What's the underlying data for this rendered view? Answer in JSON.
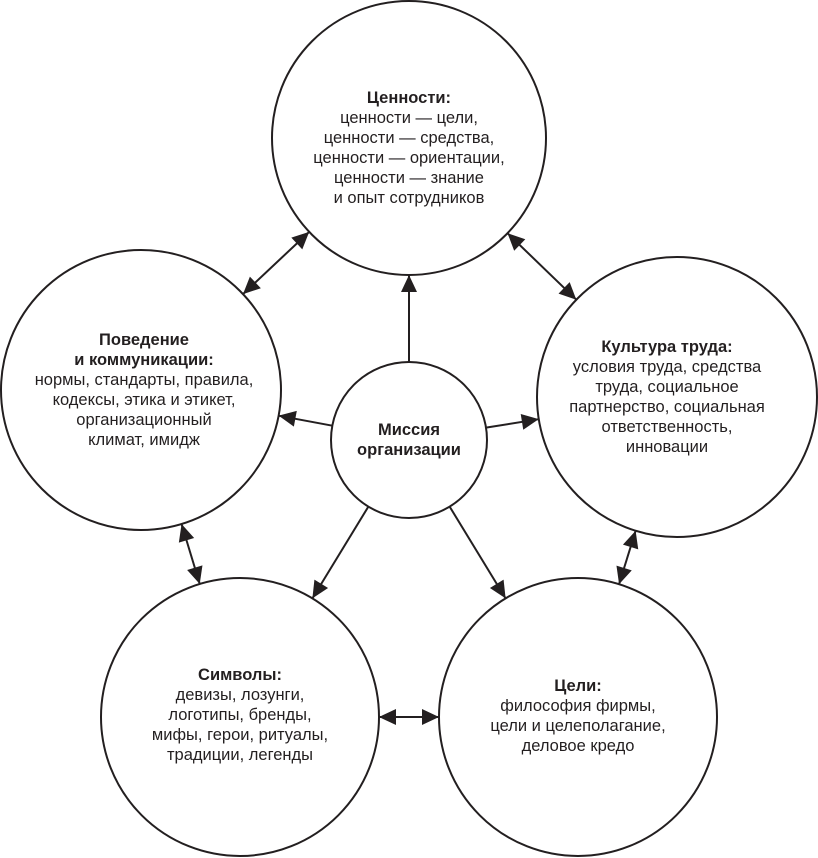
{
  "diagram": {
    "title": "Миссия организации",
    "center": {
      "id": "mission",
      "title_lines": [
        "Миссия",
        "организации"
      ]
    },
    "nodes": [
      {
        "id": "values",
        "title_lines": [
          "Ценности:"
        ],
        "body_lines": [
          "ценности — цели,",
          "ценности — средства,",
          "ценности — ориентации,",
          "ценности — знание",
          "и опыт сотрудников"
        ]
      },
      {
        "id": "labor-culture",
        "title_lines": [
          "Культура труда:"
        ],
        "body_lines": [
          "условия труда, средства",
          "труда, социальное",
          "партнерство, социальная",
          "ответственность,",
          "инновации"
        ]
      },
      {
        "id": "goals",
        "title_lines": [
          "Цели:"
        ],
        "body_lines": [
          "философия фирмы,",
          "цели и целеполагание,",
          "деловое кредо"
        ]
      },
      {
        "id": "symbols",
        "title_lines": [
          "Символы:"
        ],
        "body_lines": [
          "девизы, лозунги,",
          "логотипы, бренды,",
          "мифы, герои, ритуалы,",
          "традиции, легенды"
        ]
      },
      {
        "id": "behavior",
        "title_lines": [
          "Поведение",
          "и коммуникации:"
        ],
        "body_lines": [
          "нормы, стандарты, правила,",
          "кодексы, этика и этикет,",
          "организационный",
          "климат, имидж"
        ]
      }
    ],
    "edges": [
      {
        "from": "mission",
        "to": "values",
        "type": "directed"
      },
      {
        "from": "mission",
        "to": "labor-culture",
        "type": "directed"
      },
      {
        "from": "mission",
        "to": "goals",
        "type": "directed"
      },
      {
        "from": "mission",
        "to": "symbols",
        "type": "directed"
      },
      {
        "from": "mission",
        "to": "behavior",
        "type": "directed"
      },
      {
        "from": "values",
        "to": "labor-culture",
        "type": "bidirectional"
      },
      {
        "from": "labor-culture",
        "to": "goals",
        "type": "bidirectional"
      },
      {
        "from": "goals",
        "to": "symbols",
        "type": "bidirectional"
      },
      {
        "from": "symbols",
        "to": "behavior",
        "type": "bidirectional"
      },
      {
        "from": "behavior",
        "to": "values",
        "type": "bidirectional"
      }
    ],
    "colors": {
      "stroke": "#231f20",
      "text": "#231f20",
      "background": "#ffffff"
    }
  }
}
